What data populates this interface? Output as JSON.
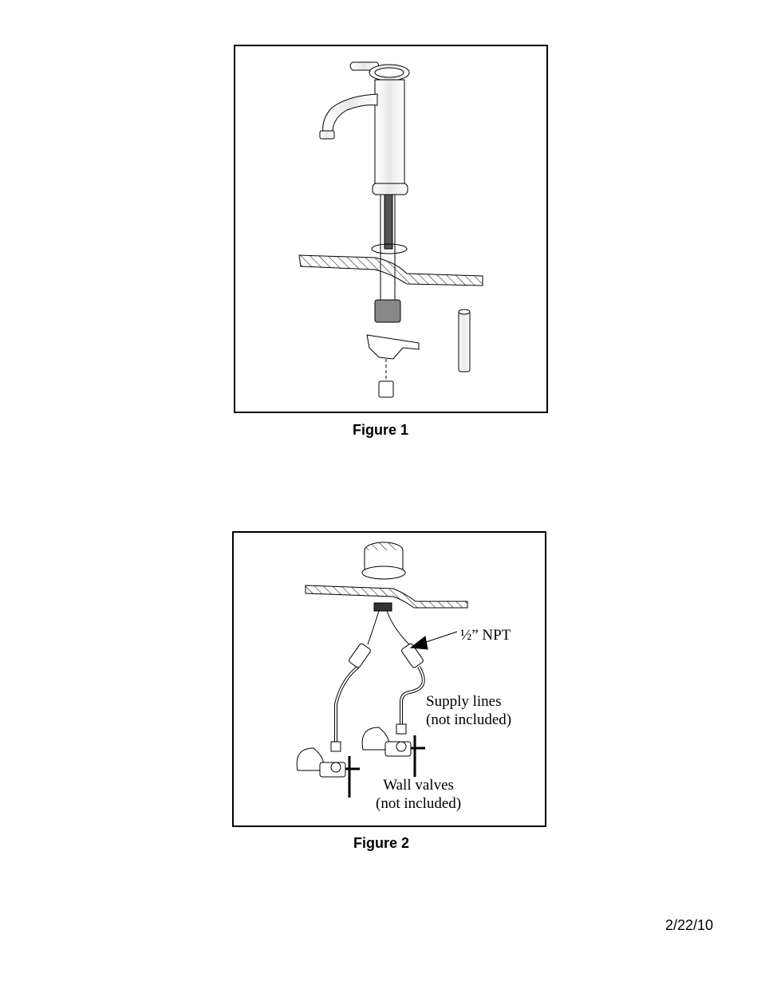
{
  "figure1": {
    "caption": "Figure 1"
  },
  "figure2": {
    "caption": "Figure 2",
    "labels": {
      "npt": "½” NPT",
      "supply_line1": "Supply lines",
      "supply_line2": "(not included)",
      "valves_line1": "Wall valves",
      "valves_line2": "(not included)"
    }
  },
  "footer": {
    "date": "2/22/10"
  }
}
